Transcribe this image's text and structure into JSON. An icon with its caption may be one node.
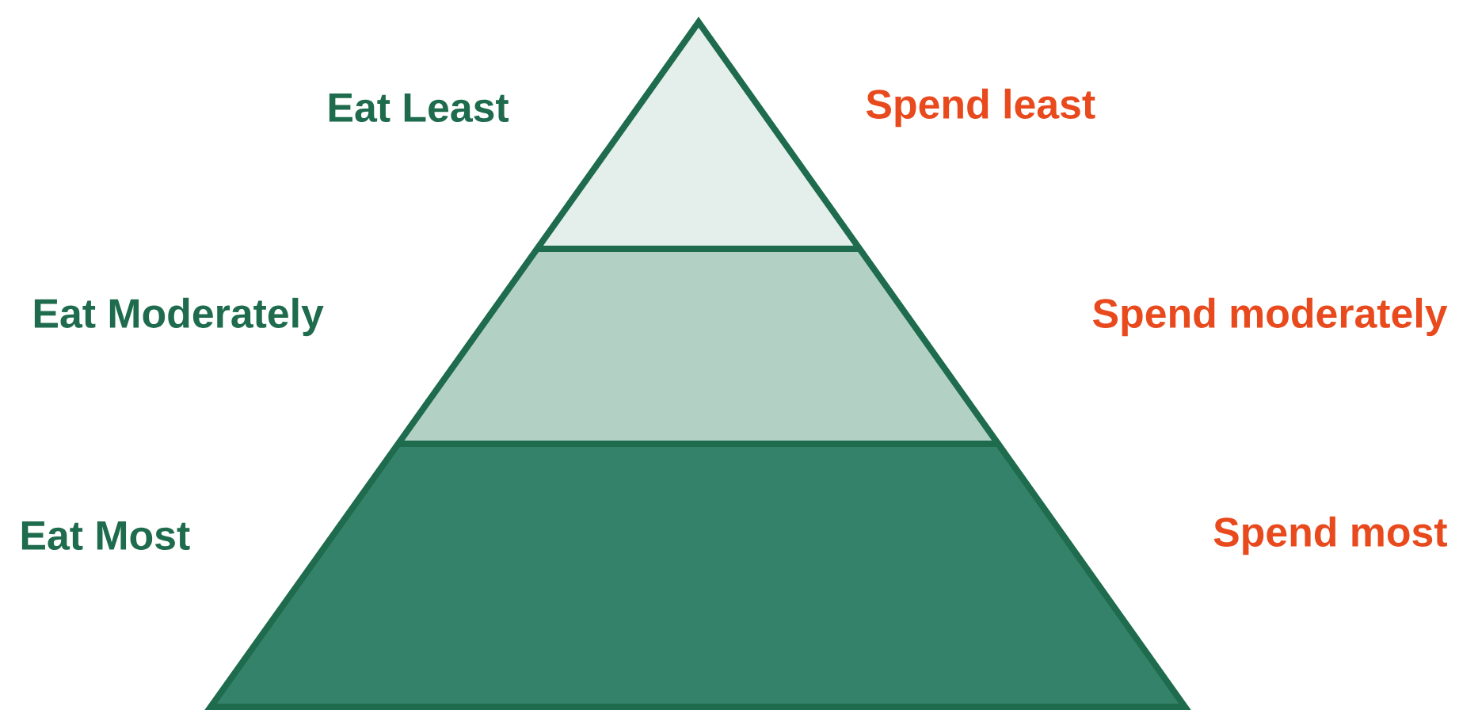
{
  "diagram": {
    "labels": [
      "Eat Least",
      "Spend least",
      "Eat Moderately",
      "Spend moderately",
      "Eat Most",
      "Spend most"
    ]
  }
}
